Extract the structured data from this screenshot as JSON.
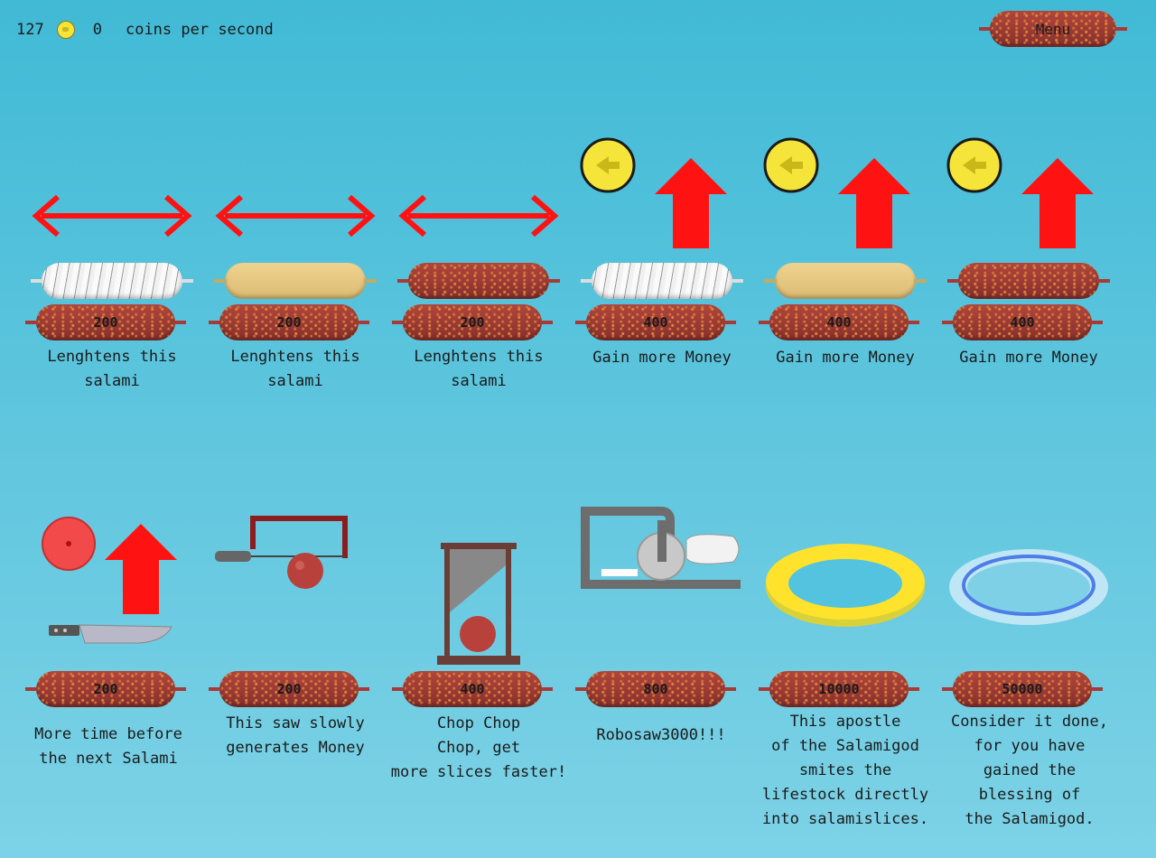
{
  "hud": {
    "coins": "127",
    "cps_value": "0",
    "cps_label": "coins per second"
  },
  "menu": {
    "label": "Menu"
  },
  "row1": [
    {
      "price": "200",
      "desc": "Lenghtens this\nsalami",
      "icon": "double-arrow-icon",
      "salami": "white"
    },
    {
      "price": "200",
      "desc": "Lenghtens this\nsalami",
      "icon": "double-arrow-icon",
      "salami": "beige"
    },
    {
      "price": "200",
      "desc": "Lenghtens this\nsalami",
      "icon": "double-arrow-icon",
      "salami": "red"
    },
    {
      "price": "400",
      "desc": "Gain more Money",
      "icon": "coin-up-arrow-icon",
      "salami": "white"
    },
    {
      "price": "400",
      "desc": "Gain more Money",
      "icon": "coin-up-arrow-icon",
      "salami": "beige"
    },
    {
      "price": "400",
      "desc": "Gain more Money",
      "icon": "coin-up-arrow-icon",
      "salami": "red"
    }
  ],
  "row2": [
    {
      "price": "200",
      "desc": "More time before\nthe next Salami",
      "icon": "knife-timer-icon"
    },
    {
      "price": "200",
      "desc": "This saw slowly\ngenerates Money",
      "icon": "hacksaw-icon"
    },
    {
      "price": "400",
      "desc": "Chop Chop\nChop, get\nmore slices faster!",
      "icon": "guillotine-icon"
    },
    {
      "price": "800",
      "desc": "Robosaw3000!!!",
      "icon": "robosaw-icon"
    },
    {
      "price": "10000",
      "desc": "This apostle\nof the Salamigod\nsmites the\nlifestock directly\ninto salamislices.",
      "icon": "yellow-ring-icon"
    },
    {
      "price": "50000",
      "desc": "Consider it done,\nfor you have\ngained the\nblessing of\nthe Salamigod.",
      "icon": "blue-ring-icon"
    }
  ],
  "colors": {
    "arrow": "#ff1212",
    "salami": "#9c3a34",
    "coin": "#f5e53a",
    "ring_gold": "#ffe12b",
    "ring_blue": "#6aa9e8"
  }
}
